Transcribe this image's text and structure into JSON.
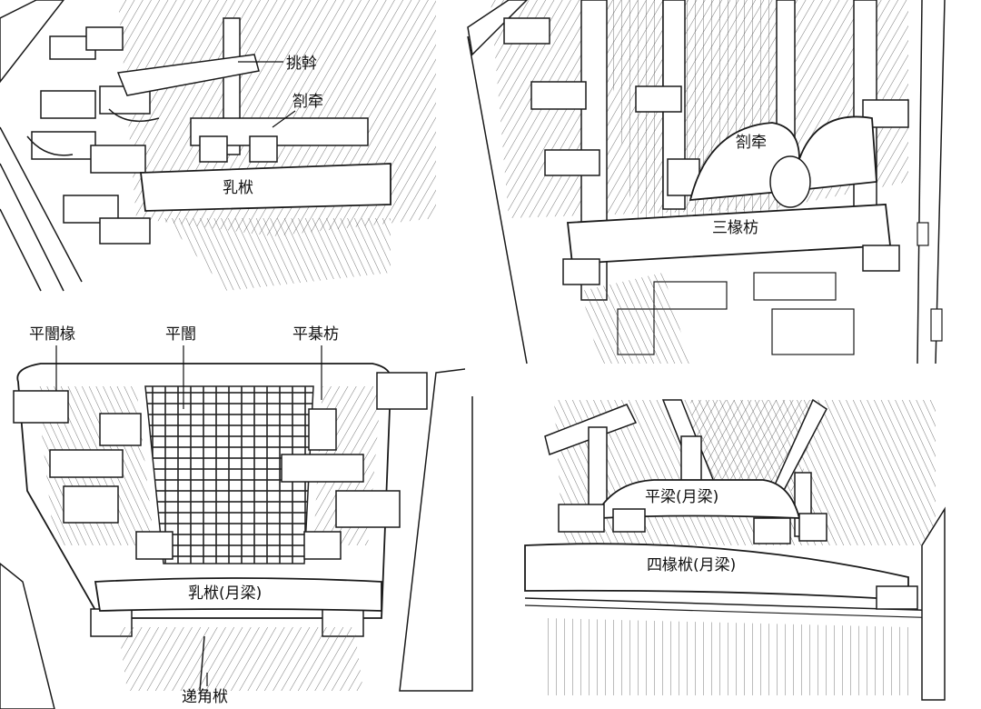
{
  "panels": {
    "top_left": {
      "labels": {
        "tiaowo": "挑斡",
        "tafan": "劄牵",
        "rufu": "乳栿"
      }
    },
    "top_right": {
      "labels": {
        "tafan": "劄牵",
        "sanchuanfang": "三椽枋"
      }
    },
    "bottom_left": {
      "labels": {
        "pingqichuan": "平闇椽",
        "pingqi": "平闇",
        "pingqifang": "平棊枋",
        "rufu_yueliang": "乳栿(月梁)",
        "dijiaofu": "递角栿"
      }
    },
    "bottom_right": {
      "labels": {
        "pingliang": "平梁(月梁)",
        "sichuanfu": "四椽栿(月梁)"
      }
    }
  }
}
